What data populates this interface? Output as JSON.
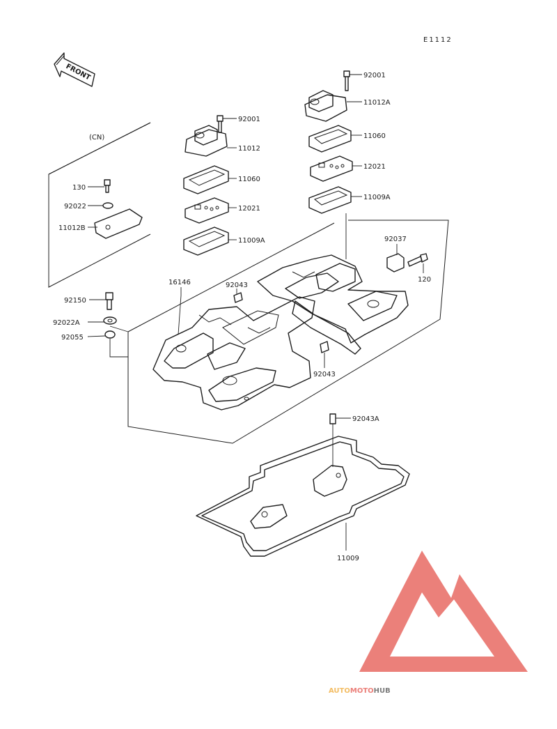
{
  "diagram_code": "E1112",
  "front_label": "FRONT",
  "variant_label": "(CN)",
  "colors": {
    "line": "#1c1c1c",
    "watermark_red": "#e86a63",
    "watermark_orange": "#f2b24a",
    "watermark_grey": "#666666"
  },
  "callouts": {
    "c92001_right": "92001",
    "c11012A": "11012A",
    "c11060_right": "11060",
    "c12021_right": "12021",
    "c11009A_right": "11009A",
    "c92001_left": "92001",
    "c11012": "11012",
    "c11060_left": "11060",
    "c12021_left": "12021",
    "c11009A_left": "11009A",
    "c130": "130",
    "c92022": "92022",
    "c11012B": "11012B",
    "c92037": "92037",
    "c120": "120",
    "c16146": "16146",
    "c92043_top": "92043",
    "c92043_bottom": "92043",
    "c92150": "92150",
    "c92022A": "92022A",
    "c92055": "92055",
    "c92043A": "92043A",
    "c11009": "11009"
  },
  "watermark": {
    "part1": "AUTO",
    "part2": "MOTO",
    "part3": "HUB"
  }
}
